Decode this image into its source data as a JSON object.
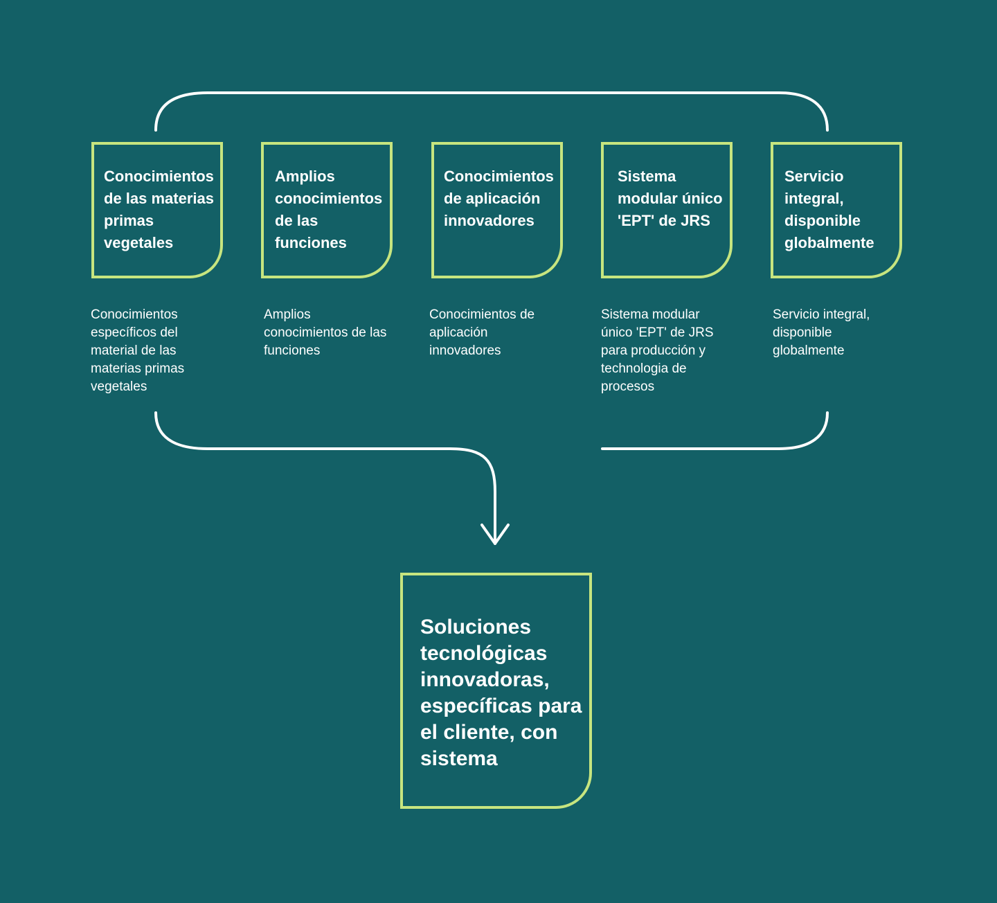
{
  "boxes": [
    {
      "title": "Conocimientos de las materias primas vegetales",
      "description": "Conocimientos específicos del material de las materias primas vegetales"
    },
    {
      "title": "Amplios conocimientos de las funciones",
      "description": "Amplios conocimientos de las funciones"
    },
    {
      "title": "Conocimientos de aplicación innovadores",
      "description": "Conocimientos de aplicación innovadores"
    },
    {
      "title": "Sistema modular único 'EPT' de JRS",
      "description": "Sistema modular único 'EPT' de JRS para producción y technologia de procesos"
    },
    {
      "title": "Servicio integral, disponible globalmente",
      "description": "Servicio integral, disponible globalmente"
    }
  ],
  "result": {
    "title": "Soluciones tecnológicas innovadoras, específicas para el cliente, con sistema"
  },
  "colors": {
    "background": "#136066",
    "box_border": "#c7e57f",
    "connector": "#ffffff",
    "text": "#ffffff"
  }
}
